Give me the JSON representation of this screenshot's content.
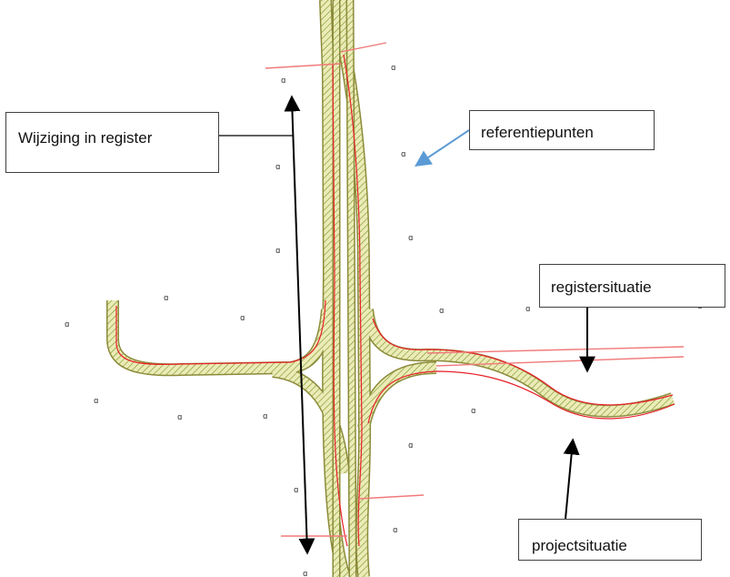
{
  "labels": {
    "wijziging": "Wijziging in register",
    "referentiepunten": "referentiepunten",
    "registersituatie": "registersituatie",
    "projectsituatie": "projectsituatie"
  },
  "reference_point_glyph": "ɑ",
  "colors": {
    "road_fill": "#e8e8b4",
    "road_hatch": "#6b8e23",
    "road_edge": "#8b8b3a",
    "project_line": "#e8202a",
    "register_line": "#f07070",
    "arrow_black": "#000000",
    "arrow_blue": "#5b9bd5"
  }
}
